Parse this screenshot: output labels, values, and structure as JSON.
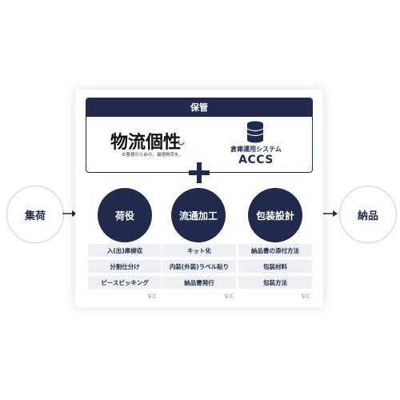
{
  "inbound": {
    "label": "集荷"
  },
  "outbound": {
    "label": "納品"
  },
  "storage": {
    "title": "保管",
    "logo": {
      "name": "物流個性",
      "tagline": "お客様のための、最適物流を。"
    },
    "system": {
      "label": "倉庫運用システム",
      "name": "ACCS"
    }
  },
  "functions": [
    {
      "label": "荷役",
      "items": [
        "入(出)庫検収",
        "分割仕分け",
        "ピースピッキング"
      ],
      "etc": "など"
    },
    {
      "label": "流通加工",
      "items": [
        "キット化",
        "内装(外装)ラベル貼り",
        "納品書発行"
      ],
      "etc": "など"
    },
    {
      "label": "包装設計",
      "items": [
        "納品書の添付方法",
        "包装材料",
        "包装方法"
      ],
      "etc": "など"
    }
  ],
  "colors": {
    "navy": "#1f2a4d",
    "item_bg": "#eef0f4",
    "logo_accent": "#c0392b"
  }
}
